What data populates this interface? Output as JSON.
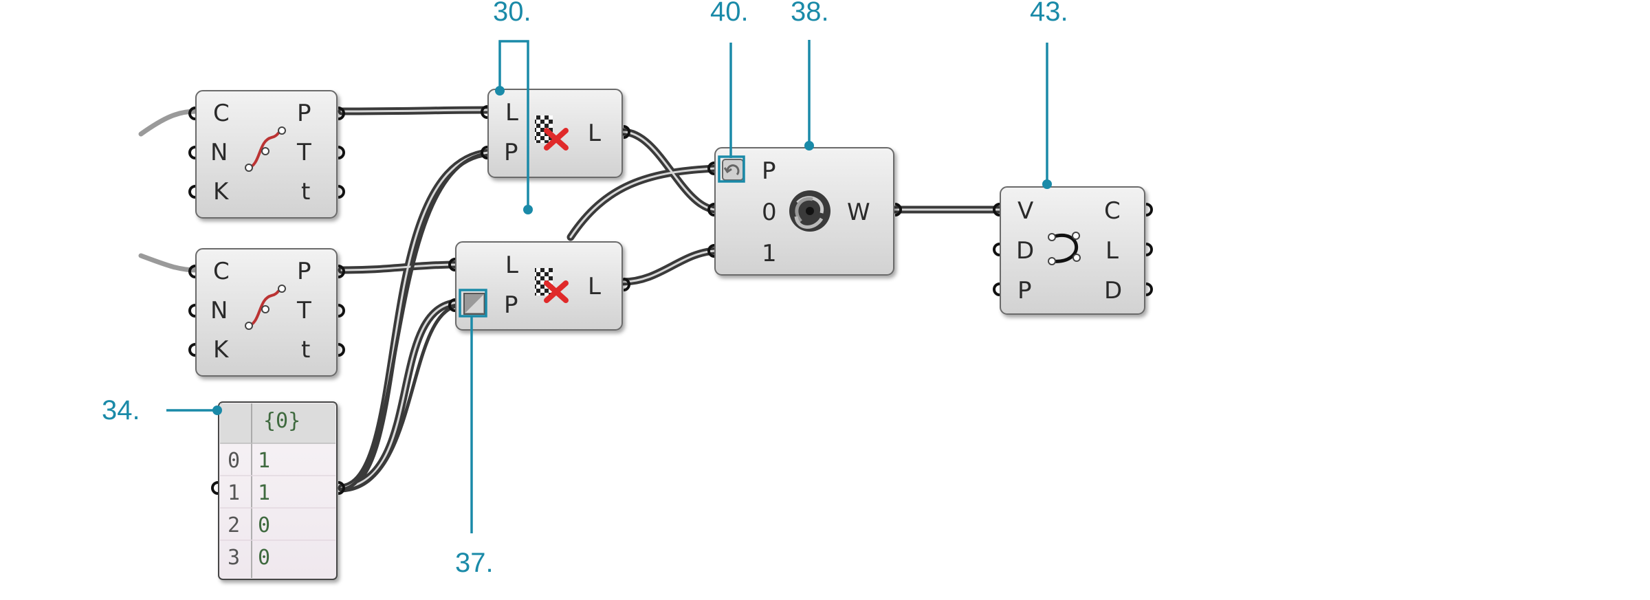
{
  "callouts": {
    "c30": "30.",
    "c40": "40.",
    "c38": "38.",
    "c43": "43.",
    "c34": "34.",
    "c37": "37."
  },
  "components": {
    "eval_curve_1": {
      "inputs": [
        "C",
        "N",
        "K"
      ],
      "outputs": [
        "P",
        "T",
        "t"
      ],
      "icon": "evaluate-curve-icon"
    },
    "eval_curve_2": {
      "inputs": [
        "C",
        "N",
        "K"
      ],
      "outputs": [
        "P",
        "T",
        "t"
      ],
      "icon": "evaluate-curve-icon"
    },
    "cull_1": {
      "inputs": [
        "L",
        "P"
      ],
      "outputs": [
        "L"
      ],
      "icon": "cull-pattern-icon"
    },
    "cull_2": {
      "inputs": [
        "L",
        "P"
      ],
      "outputs": [
        "L"
      ],
      "icon": "cull-pattern-icon"
    },
    "weave": {
      "inputs": [
        "P",
        "0",
        "1"
      ],
      "outputs": [
        "W"
      ],
      "icon": "weave-icon"
    },
    "interpolate": {
      "inputs": [
        "V",
        "D",
        "P"
      ],
      "outputs": [
        "C",
        "L",
        "D"
      ],
      "icon": "interpolate-curve-icon"
    }
  },
  "panel": {
    "header": "{0}",
    "rows": [
      {
        "index": "0",
        "value": "1"
      },
      {
        "index": "1",
        "value": "1"
      },
      {
        "index": "2",
        "value": "0"
      },
      {
        "index": "3",
        "value": "0"
      }
    ]
  },
  "colors": {
    "accent": "#1a8aa8",
    "component_fill": "#e4e4e4",
    "wire": "#555555",
    "cull_x": "#e02a2a"
  }
}
